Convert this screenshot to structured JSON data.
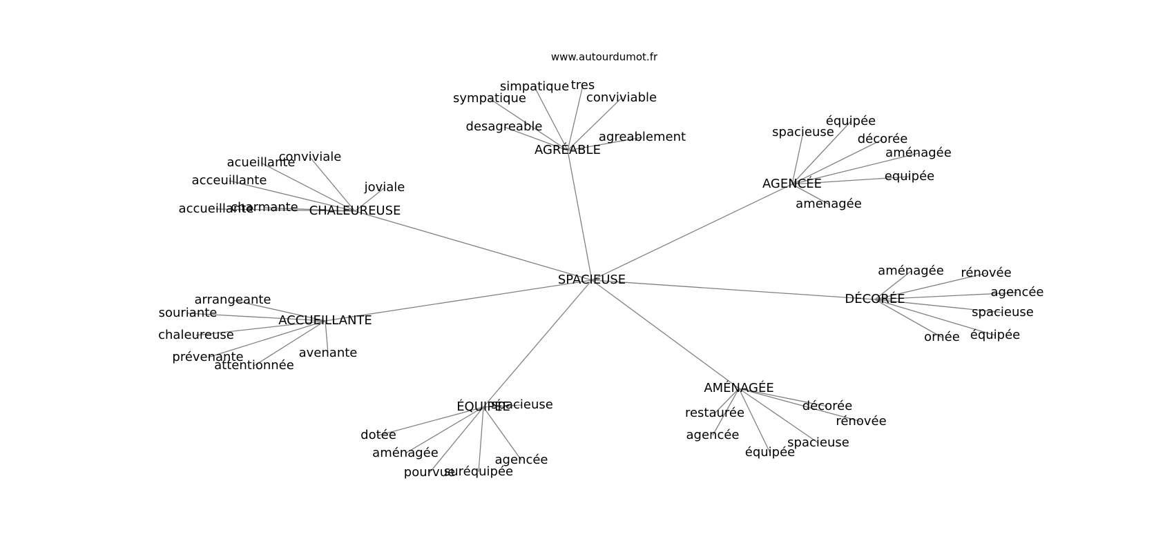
{
  "site_label": "www.autourdumot.fr",
  "graph": {
    "root": "SPACIEUSE",
    "hubs": [
      {
        "id": "agreable",
        "label": "AGRÉABLE",
        "leaves": [
          "simpatique",
          "tres",
          "sympatique",
          "conviviable",
          "desagreable",
          "agreablement"
        ]
      },
      {
        "id": "agencee",
        "label": "AGENCÉE",
        "leaves": [
          "équipée",
          "spacieuse",
          "décorée",
          "aménagée",
          "equipée",
          "amenagée"
        ]
      },
      {
        "id": "chaleureuse",
        "label": "CHALEUREUSE",
        "leaves": [
          "conviviale",
          "acueillante",
          "acceuillante",
          "joviale",
          "accueillante",
          "charmante"
        ]
      },
      {
        "id": "decoree",
        "label": "DÉCORÉE",
        "leaves": [
          "aménagée",
          "rénovée",
          "agencée",
          "spacieuse",
          "équipée",
          "ornée"
        ]
      },
      {
        "id": "accueillante",
        "label": "ACCUEILLANTE",
        "leaves": [
          "arrangeante",
          "souriante",
          "chaleureuse",
          "prévenante",
          "attentionnée",
          "avenante"
        ]
      },
      {
        "id": "amenagee",
        "label": "AMÉNAGÉE",
        "leaves": [
          "restaurée",
          "décorée",
          "rénovée",
          "agencée",
          "spacieuse",
          "équipée"
        ]
      },
      {
        "id": "equipee",
        "label": "ÉQUIPÉE",
        "leaves": [
          "spacieuse",
          "dotée",
          "aménagée",
          "agencée",
          "pourvue",
          "suréquipée"
        ]
      }
    ]
  }
}
